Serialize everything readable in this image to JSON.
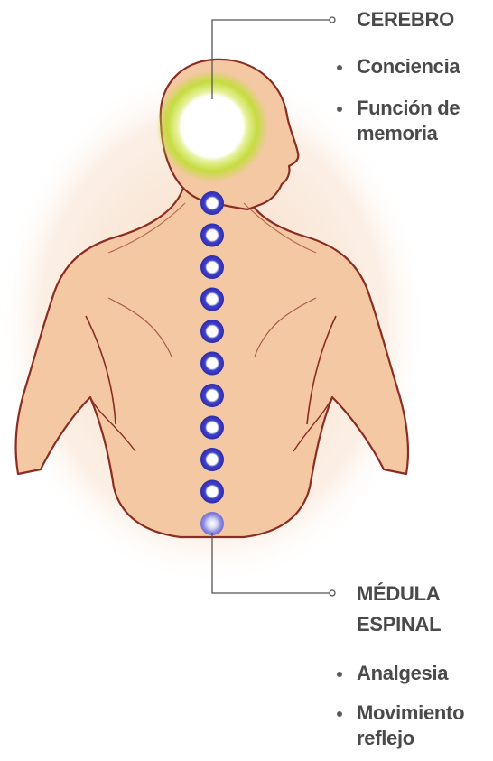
{
  "brain": {
    "title": "CEREBRO",
    "items": [
      "Conciencia",
      "Función de memoria"
    ]
  },
  "spinal_cord": {
    "title_line1": "MÉDULA",
    "title_line2": "ESPINAL",
    "items": [
      "Analgesia",
      "Movimiento reflejo"
    ]
  },
  "colors": {
    "skin": "#f2c9a6",
    "outline": "#8b2d22",
    "brain_glow": "#c9e04a",
    "vertebra": "#3a3ab8",
    "text": "#4a4a4a"
  },
  "vertebrae_count": 11
}
